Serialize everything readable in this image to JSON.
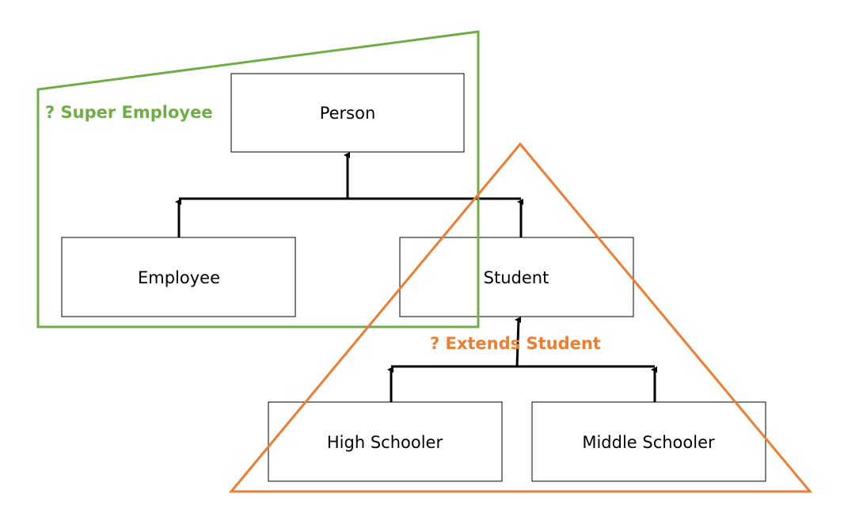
{
  "colors": {
    "background": "#ffffff",
    "box_fill": "#ffffff",
    "box_stroke": "#000000",
    "connector": "#000000",
    "super_employee_group": "#70ad47",
    "extends_student_group": "#ed7d31"
  },
  "classes": {
    "person": "Person",
    "employee": "Employee",
    "student": "Student",
    "high_schooler": "High Schooler",
    "middle_schooler": "Middle Schooler"
  },
  "groups": {
    "super_employee": "? Super Employee",
    "extends_student": "? Extends Student"
  },
  "relations": [
    {
      "from": "Employee",
      "to": "Person",
      "type": "inherits"
    },
    {
      "from": "Student",
      "to": "Person",
      "type": "inherits"
    },
    {
      "from": "High Schooler",
      "to": "Student",
      "type": "inherits"
    },
    {
      "from": "Middle Schooler",
      "to": "Student",
      "type": "inherits"
    }
  ]
}
